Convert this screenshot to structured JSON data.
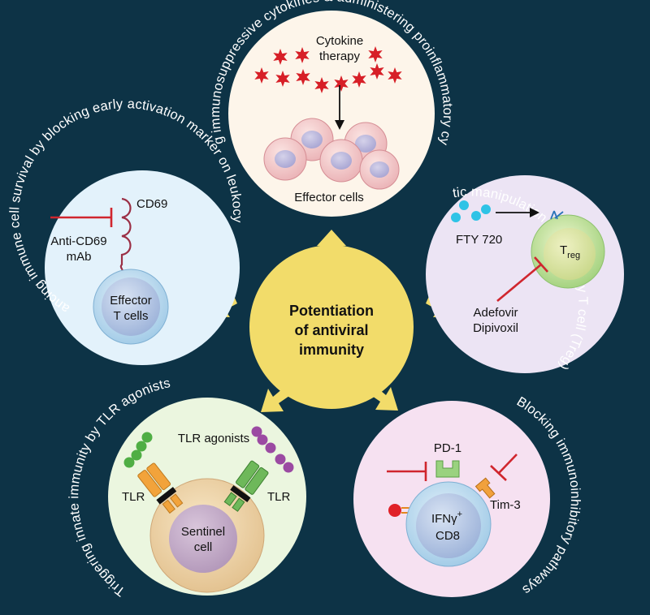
{
  "center": {
    "line1": "Potentiation",
    "line2": "of antiviral",
    "line3": "immunity"
  },
  "top": {
    "arc_label": "Blocking immunosuppressive cytokines & administering proinflammatory cytokines",
    "therapy_line1": "Cytokine",
    "therapy_line2": "therapy",
    "cells_label": "Effector cells"
  },
  "left": {
    "arc_label": "Enhancing immune cell survival by blocking early activation marker on leukocytes",
    "marker_label": "CD69",
    "antibody_line1": "Anti-CD69",
    "antibody_line2": "mAb",
    "cell_line1": "Effector",
    "cell_line2": "T cells"
  },
  "right": {
    "arc_label": "Therapeutic manipulation of regulatory T cell (Treg) functions",
    "drug_label": "FTY 720",
    "cell_main": "T",
    "cell_sub": "reg",
    "inhibitor_line1": "Adefovir",
    "inhibitor_line2": "Dipivoxil"
  },
  "bottom_left": {
    "arc_label": "Triggering innate immunity by TLR agonists",
    "agonists_label": "TLR agonists",
    "receptor_left": "TLR",
    "receptor_right": "TLR",
    "cell_line1": "Sentinel",
    "cell_line2": "cell"
  },
  "bottom_right": {
    "arc_label": "Blocking immunoinhibitory pathways",
    "receptor1": "PD-1",
    "receptor2": "Tim-3",
    "cell_line1_main": "IFNγ",
    "cell_line1_sup": "+",
    "cell_line2": "CD8"
  },
  "colors": {
    "background": "#0d3346",
    "center": "#f2dc6a",
    "top_circle": "#fdf5ea",
    "left_circle": "#e3f2fb",
    "right_circle": "#ece4f4",
    "bottom_left_circle": "#ebf6df",
    "bottom_right_circle": "#f6e1f1",
    "inhibit_red": "#d0262e",
    "star_red": "#d71f27"
  }
}
